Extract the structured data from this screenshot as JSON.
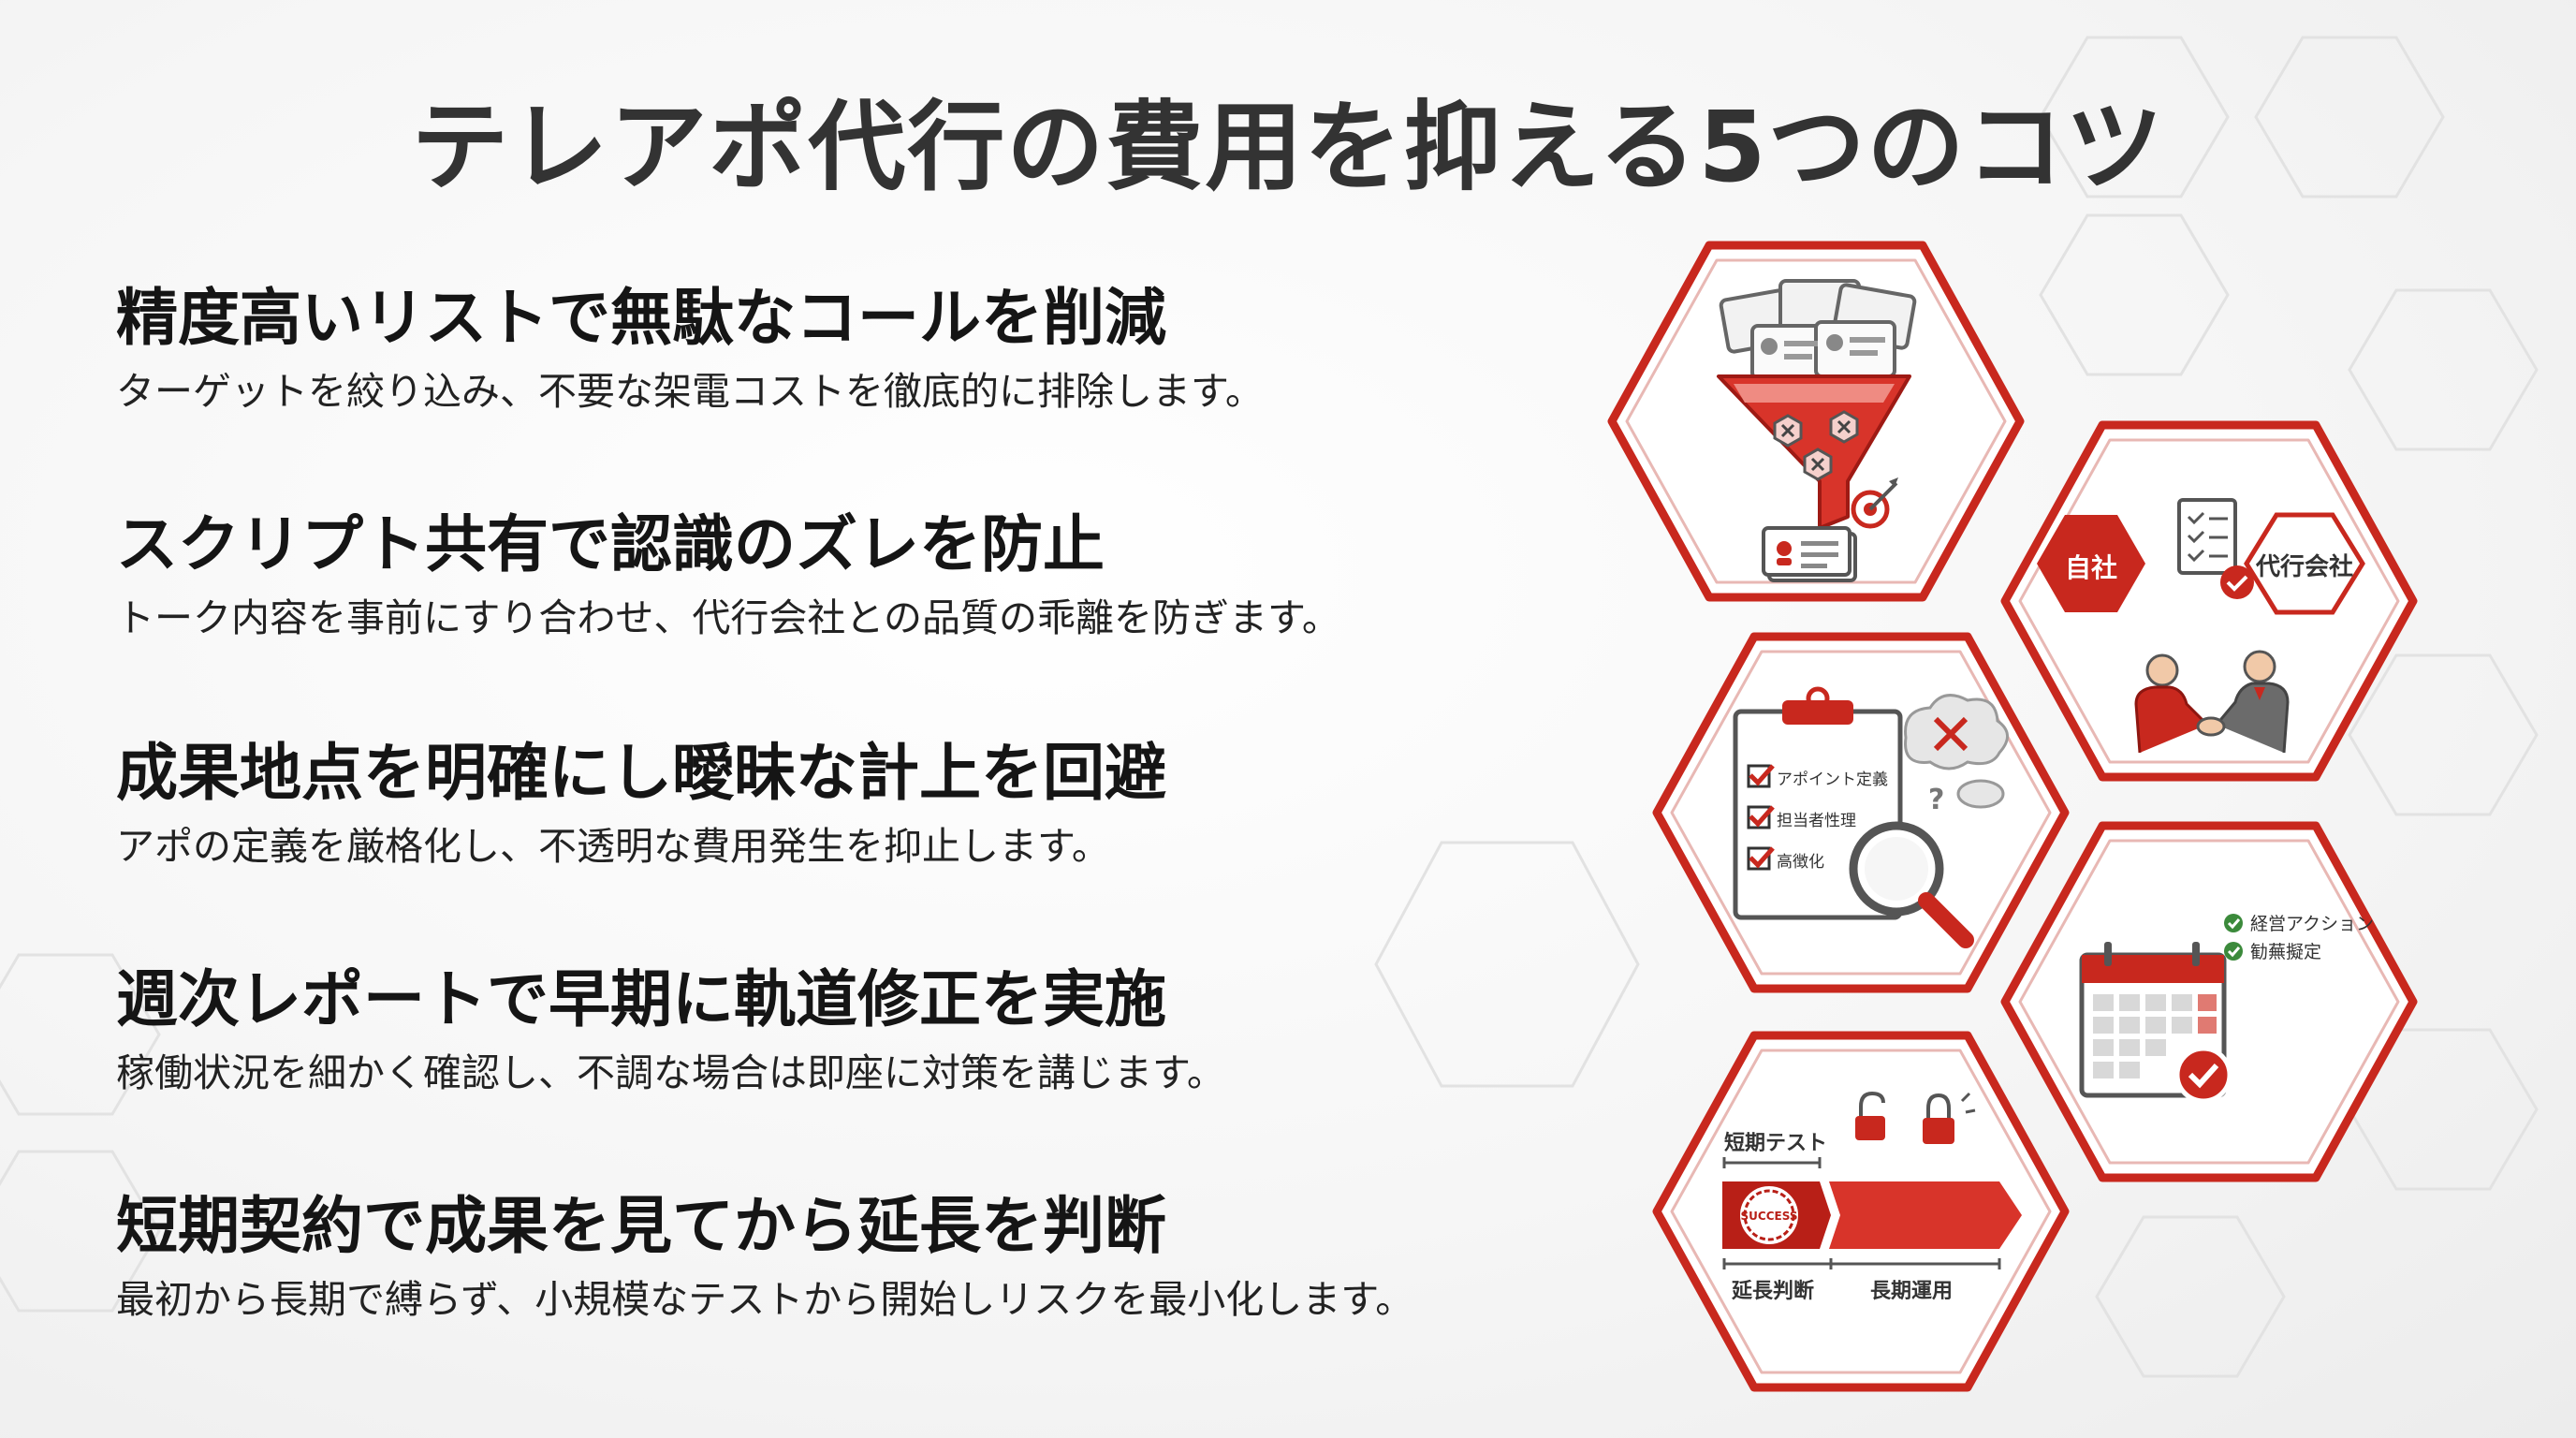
{
  "page": {
    "title": "テレアポ代行の費用を抑える5つのコツ"
  },
  "tips": [
    {
      "heading": "精度高いリストで無駄なコールを削減",
      "description": "ターゲットを絞り込み、不要な架電コストを徹底的に排除します。"
    },
    {
      "heading": "スクリプト共有で認識のズレを防止",
      "description": "トーク内容を事前にすり合わせ、代行会社との品質の乖離を防ぎます。"
    },
    {
      "heading": "成果地点を明確にし曖昧な計上を回避",
      "description": "アポの定義を厳格化し、不透明な費用発生を抑止します。"
    },
    {
      "heading": "週次レポートで早期に軌道修正を実施",
      "description": "稼働状況を細かく確認し、不調な場合は即座に対策を講じます。"
    },
    {
      "heading": "短期契約で成果を見てから延長を判断",
      "description": "最初から長期で縛らず、小規模なテストから開始しリスクを最小化します。"
    }
  ],
  "illustrations": {
    "partnership": {
      "own_company": "自社",
      "agency": "代行会社"
    },
    "checklist": {
      "items": [
        "アポイント定義",
        "担当者性理",
        "高徴化"
      ]
    },
    "calendar": {
      "checks": [
        "経営アクション",
        "勧蕪擬定"
      ]
    },
    "timeline": {
      "test_label": "短期テスト",
      "badge": "SUCCESS",
      "extend_label": "延長判断",
      "long_label": "長期運用"
    }
  },
  "colors": {
    "accent": "#c8281e",
    "accent_dark": "#9e1a14",
    "text": "#1f1f1f",
    "title": "#333333"
  }
}
